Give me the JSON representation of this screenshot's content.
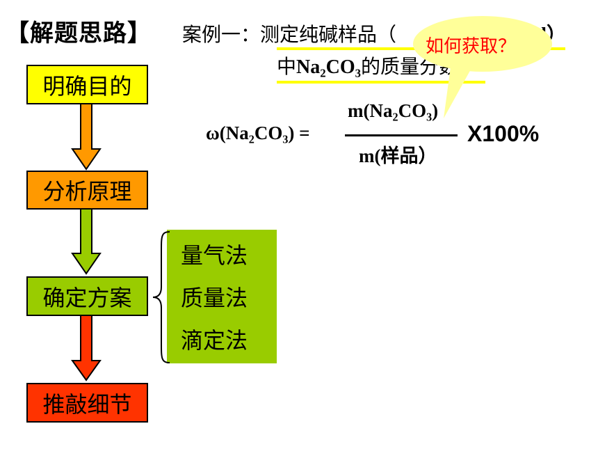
{
  "title": "【解题思路】",
  "case": {
    "line1": "案例一：测定纯碱样品（",
    "line1_end": "Cl）",
    "line2_prefix": "中",
    "line2_formula": "Na₂CO₃",
    "line2_suffix": "的质量分数"
  },
  "callout": {
    "text": "如何获取？",
    "fill": "#ffff99",
    "text_color": "#ff0000"
  },
  "formula": {
    "lhs": "ω(Na₂CO₃) =",
    "numerator": "m(Na₂CO₃)",
    "denominator": "m(样品）",
    "multiplier": "X100%"
  },
  "flow": {
    "steps": [
      {
        "label": "明确目的",
        "fill": "#ffff00"
      },
      {
        "label": "分析原理",
        "fill": "#ff9900"
      },
      {
        "label": "确定方案",
        "fill": "#99cc00"
      },
      {
        "label": "推敲细节",
        "fill": "#ff3300"
      }
    ],
    "arrow_colors": [
      "#ff9900",
      "#99cc00",
      "#ff3300"
    ]
  },
  "methods": [
    "量气法",
    "质量法",
    "滴定法"
  ],
  "colors": {
    "underline": "#ffff00",
    "methods_fill": "#99cc00"
  }
}
